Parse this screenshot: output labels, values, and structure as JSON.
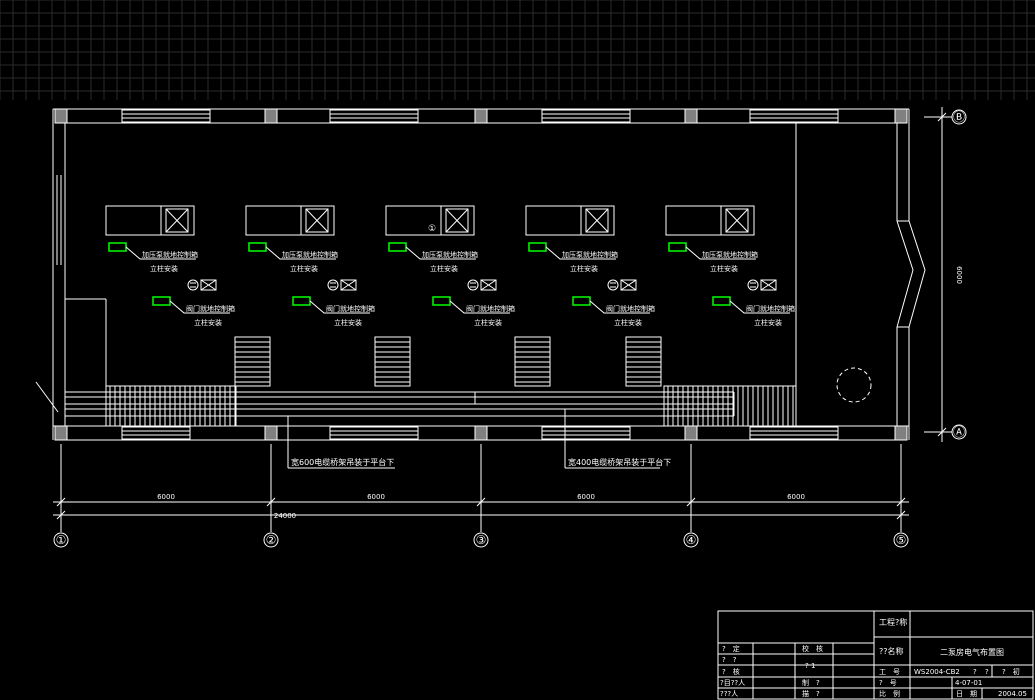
{
  "axes": {
    "columns": [
      "①",
      "②",
      "③",
      "④",
      "⑤"
    ],
    "rows": [
      "Ⓑ",
      "Ⓐ"
    ]
  },
  "dimensions": {
    "spans": [
      "6000",
      "6000",
      "6000",
      "6000"
    ],
    "total": "24000",
    "depth": "6000"
  },
  "units": [
    {
      "label1": "加压泵就地控制箱",
      "label2": "立柱安装",
      "label3": "阀门就地控制箱",
      "label4": "立柱安装",
      "marker": ""
    },
    {
      "label1": "加压泵就地控制箱",
      "label2": "立柱安装",
      "label3": "阀门就地控制箱",
      "label4": "立柱安装",
      "marker": ""
    },
    {
      "label1": "加压泵就地控制箱",
      "label2": "立柱安装",
      "label3": "阀门就地控制箱",
      "label4": "立柱安装",
      "marker": "①"
    },
    {
      "label1": "加压泵就地控制箱",
      "label2": "立柱安装",
      "label3": "阀门就地控制箱",
      "label4": "立柱安装",
      "marker": ""
    },
    {
      "label1": "加压泵就地控制箱",
      "label2": "立柱安装",
      "label3": "阀门就地控制箱",
      "label4": "立柱安装",
      "marker": ""
    }
  ],
  "tray_labels": {
    "left": "宽600电缆桥架吊装于平台下",
    "right": "宽400电缆桥架吊装于平台下"
  },
  "colors": {
    "background": "#000000",
    "lines": "#ffffff",
    "equipment": "#00ff00",
    "column": "#808080"
  },
  "title_block": {
    "project_label": "工程?称",
    "drawing_name_label": "??名称",
    "drawing_name": "二泵房电气布置图",
    "row1": [
      "?　定",
      "校　核"
    ],
    "row2": [
      "?　?",
      "? 1"
    ],
    "row3": [
      "?　核",
      "工　号",
      "WS2004-CB2",
      "?",
      "?",
      "?　初"
    ],
    "row4": [
      "?目??人",
      "制　?",
      "?　号",
      "4-07-01"
    ],
    "row5": [
      "???人",
      "描　?",
      "比　例",
      "日　期",
      "2004.05"
    ]
  }
}
